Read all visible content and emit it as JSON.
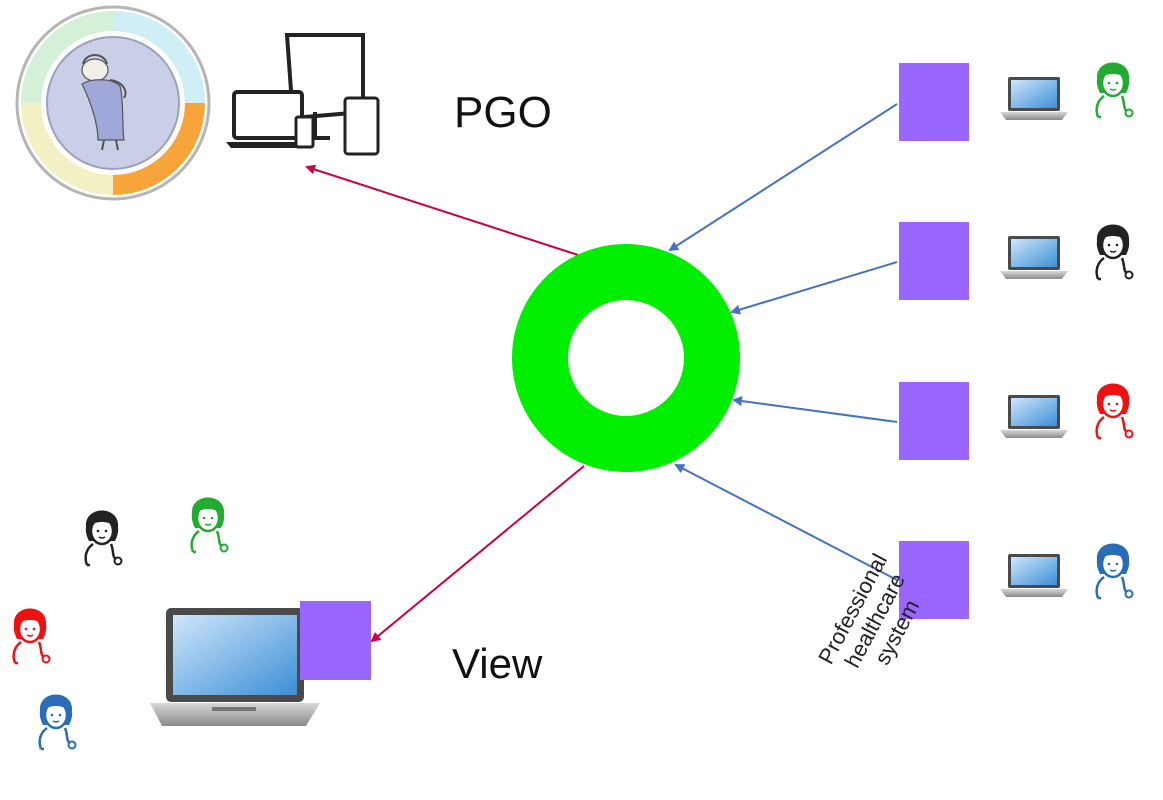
{
  "labels": {
    "pgo": "PGO",
    "view": "View",
    "professional_healthcare_system": [
      "Professional",
      "healthcare",
      "system"
    ]
  },
  "colors": {
    "hub_ring": "#00ee00",
    "source_box": "#9966ff",
    "inbound_arrow": "#4472c4",
    "outbound_arrow": "#cc0044",
    "caregiver_green": "#22aa33",
    "caregiver_black": "#222222",
    "caregiver_red": "#ee1111",
    "caregiver_blue": "#2b6cb8"
  },
  "icons": {
    "patient": "patient-portrait-icon",
    "pgo_devices": "multi-device-icon",
    "source_laptop": "laptop-icon",
    "caregiver": "caregiver-icon",
    "view_laptop": "large-laptop-icon"
  },
  "sources": [
    {
      "caregiver_color": "green"
    },
    {
      "caregiver_color": "black"
    },
    {
      "caregiver_color": "red"
    },
    {
      "caregiver_color": "blue"
    }
  ],
  "viewers": [
    {
      "caregiver_color": "black"
    },
    {
      "caregiver_color": "green"
    },
    {
      "caregiver_color": "red"
    },
    {
      "caregiver_color": "blue"
    }
  ]
}
